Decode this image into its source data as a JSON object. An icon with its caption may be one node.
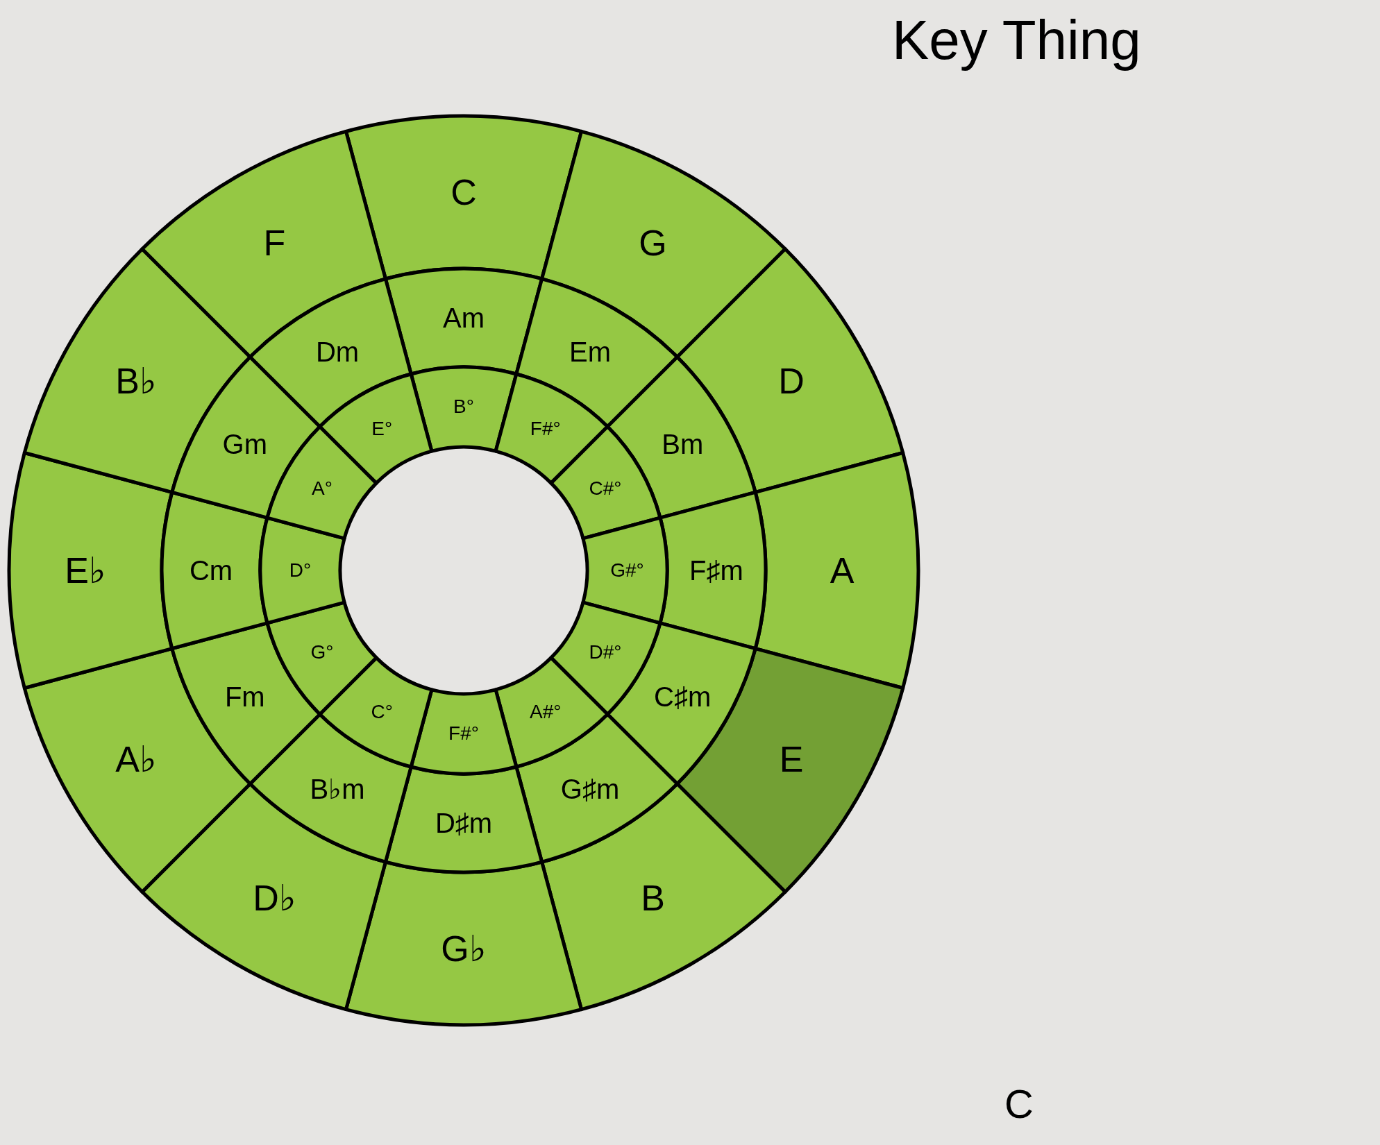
{
  "diagram": {
    "title": "Key Thing",
    "nodes": [
      {
        "text": [
          "C"
        ]
      },
      {
        "text": [
          "G"
        ]
      },
      {
        "text": [
          "D"
        ]
      },
      {
        "text": [
          "A"
        ]
      },
      {
        "text": [
          "E"
        ]
      },
      {
        "text": [
          "B"
        ]
      },
      {
        "text": [
          "G♭"
        ]
      },
      {
        "text": [
          "D♭"
        ]
      },
      {
        "text": [
          "A♭"
        ]
      },
      {
        "text": [
          "E♭"
        ]
      },
      {
        "text": [
          "B♭"
        ]
      },
      {
        "text": [
          "F"
        ]
      },
      {
        "text": [
          "Am"
        ]
      },
      {
        "text": [
          "Em"
        ]
      },
      {
        "text": [
          "Bm"
        ]
      },
      {
        "text": [
          "F♯m"
        ]
      },
      {
        "text": [
          "C♯m"
        ]
      },
      {
        "text": [
          "G♯m"
        ]
      },
      {
        "text": [
          "D♯m"
        ]
      },
      {
        "text": [
          "B♭m"
        ]
      },
      {
        "text": [
          "Fm"
        ]
      },
      {
        "text": [
          "Cm"
        ]
      },
      {
        "text": [
          "Gm"
        ]
      },
      {
        "text": [
          "Dm"
        ]
      },
      {
        "text": [
          "B°"
        ]
      },
      {
        "text": [
          "F#°"
        ]
      },
      {
        "text": [
          "C#°"
        ]
      },
      {
        "text": [
          "G#°"
        ]
      },
      {
        "text": [
          "D#°"
        ]
      },
      {
        "text": [
          "A#°"
        ]
      },
      {
        "text": [
          "F#°"
        ]
      },
      {
        "text": [
          "C°"
        ]
      },
      {
        "text": [
          "G°"
        ]
      },
      {
        "text": [
          "D°"
        ]
      },
      {
        "text": [
          "A°"
        ]
      },
      {
        "text": [
          "E°"
        ]
      }
    ],
    "labels": [
      "C"
    ]
  }
}
